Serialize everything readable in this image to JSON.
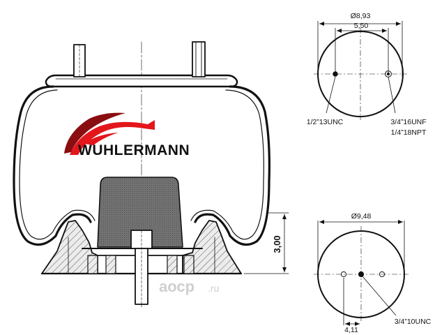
{
  "brand": {
    "name": "WUHLERMANN",
    "logo_red": "#e3161b",
    "logo_dark": "#8a0d10"
  },
  "main_view": {
    "height_dimension": "3,00"
  },
  "top_view": {
    "diameter": "Ø8,93",
    "bolt_spacing": "5,50",
    "left_thread": "1/2”13UNC",
    "right_thread_1": "3/4”16UNF",
    "right_thread_2": "1/4”18NPT"
  },
  "bottom_view": {
    "diameter": "Ø9,48",
    "offset": "4,11",
    "center_thread": "3/4”10UNC"
  },
  "watermark": {
    "main": "аоср",
    "suffix": ".ru"
  },
  "colors": {
    "line": "#111111",
    "hatch_fill": "#e9e9e9",
    "bumper_fill": "#6f6f6f"
  }
}
